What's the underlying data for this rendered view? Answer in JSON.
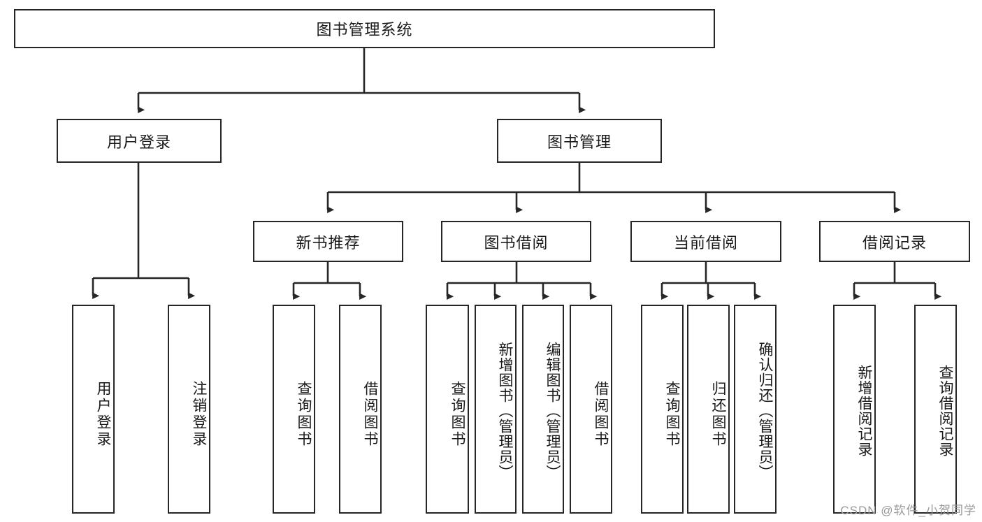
{
  "diagram": {
    "type": "tree-hierarchy-chart",
    "title": "图书管理系统",
    "watermark": "CSDN @软件_小贺同学",
    "colors": {
      "box_border": "#262626",
      "box_fill": "#ffffff",
      "edge": "#262626",
      "text": "#1a1a1a",
      "watermark": "#9a9a9a",
      "background": "#ffffff"
    },
    "levels": {
      "root": {
        "label": "图书管理系统"
      },
      "level2": [
        {
          "label": "用户登录"
        },
        {
          "label": "图书管理"
        }
      ],
      "level3": [
        {
          "label": "新书推荐"
        },
        {
          "label": "图书借阅"
        },
        {
          "label": "当前借阅"
        },
        {
          "label": "借阅记录"
        }
      ],
      "leaves": [
        {
          "label": "用户登录",
          "parent": "用户登录"
        },
        {
          "label": "注销登录",
          "parent": "用户登录"
        },
        {
          "label": "查询图书",
          "parent": "新书推荐"
        },
        {
          "label": "借阅图书",
          "parent": "新书推荐"
        },
        {
          "label": "查询图书",
          "parent": "图书借阅"
        },
        {
          "label": "新增图书（管理员）",
          "parent": "图书借阅"
        },
        {
          "label": "编辑图书（管理员）",
          "parent": "图书借阅"
        },
        {
          "label": "借阅图书",
          "parent": "图书借阅"
        },
        {
          "label": "查询图书",
          "parent": "当前借阅"
        },
        {
          "label": "归还图书",
          "parent": "当前借阅"
        },
        {
          "label": "确认归还（管理员）",
          "parent": "当前借阅"
        },
        {
          "label": "新增借阅记录",
          "parent": "借阅记录"
        },
        {
          "label": "查询借阅记录",
          "parent": "借阅记录"
        }
      ]
    }
  }
}
